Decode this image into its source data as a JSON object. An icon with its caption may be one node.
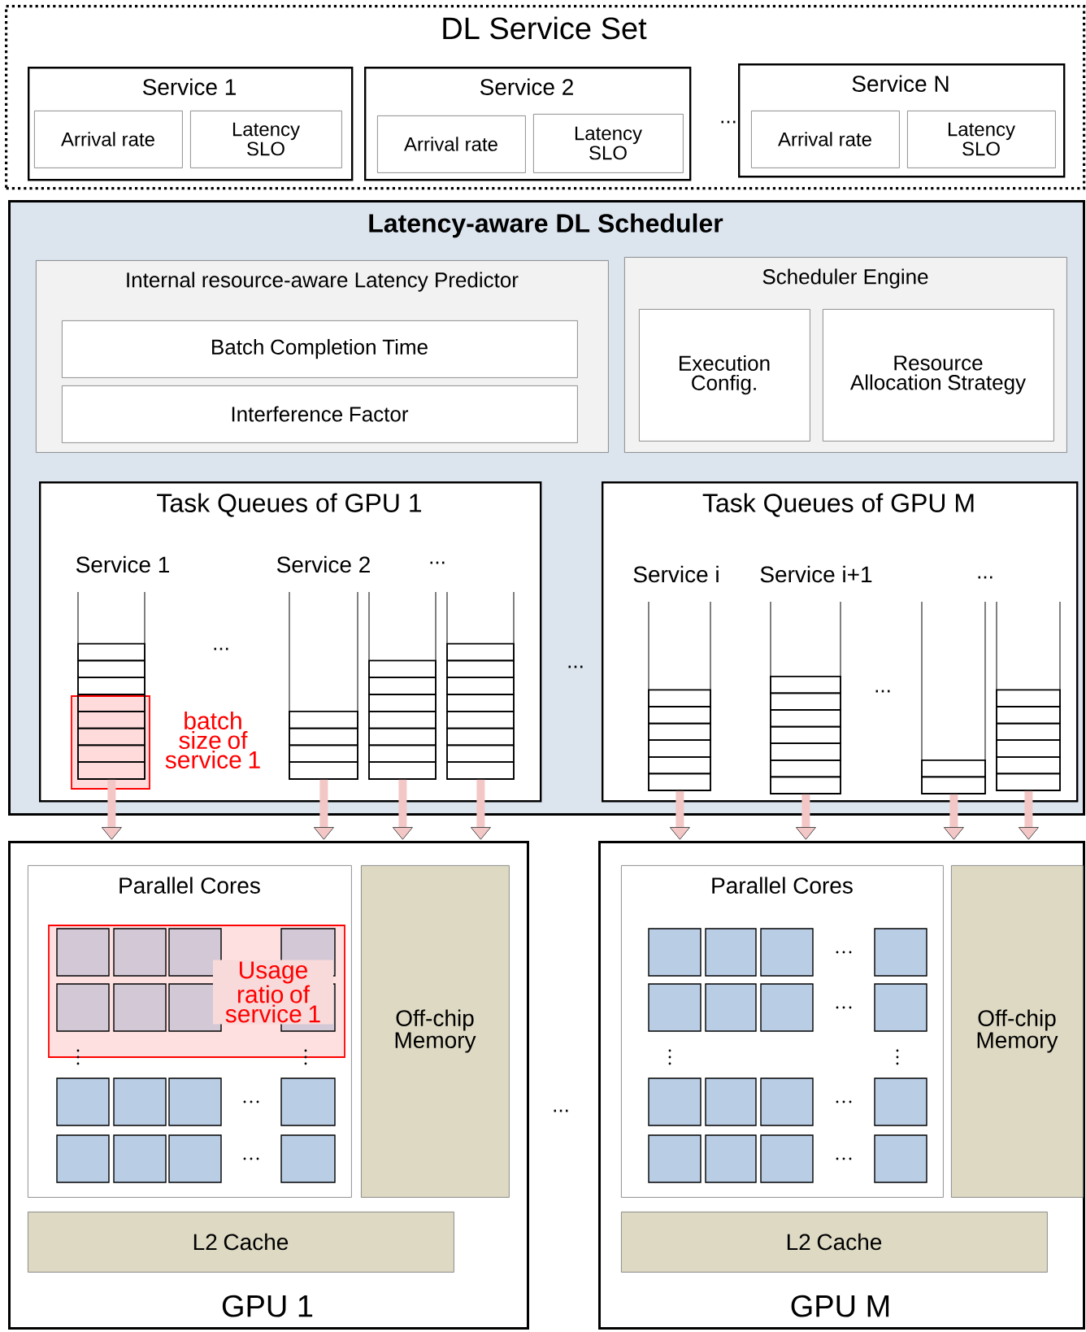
{
  "diagram": {
    "nodes": [
      {
        "text": [
          "DL Service Set"
        ]
      },
      {
        "text": [
          "Service 1"
        ],
        "in": 0
      },
      {
        "text": [
          "Arrival rate"
        ],
        "in": 1
      },
      {
        "text": [
          "Latency SLO"
        ],
        "in": 1
      },
      {
        "text": [
          "Service 2"
        ],
        "in": 0
      },
      {
        "text": [
          "Arrival rate"
        ],
        "in": 4
      },
      {
        "text": [
          "Latency SLO"
        ],
        "in": 4
      },
      {
        "text": [
          "Service N"
        ],
        "in": 0
      },
      {
        "text": [
          "Arrival rate"
        ],
        "in": 7
      },
      {
        "text": [
          "Latency SLO"
        ],
        "in": 7
      },
      {
        "text": [
          "Latency-aware DL Scheduler"
        ]
      },
      {
        "text": [
          "Internal resource-aware Latency Predictor"
        ],
        "in": 10
      },
      {
        "text": [
          "Batch Completion Time"
        ],
        "in": 11
      },
      {
        "text": [
          "Interference Factor"
        ],
        "in": 11
      },
      {
        "text": [
          "Scheduler Engine"
        ],
        "in": 10
      },
      {
        "text": [
          "Execution Config."
        ],
        "in": 14
      },
      {
        "text": [
          "Resource Allocation Strategy"
        ],
        "in": 14
      },
      {
        "text": [
          "Task Queues of GPU 1"
        ],
        "in": 10
      },
      {
        "text": [
          "Task Queues of GPU M"
        ],
        "in": 10
      },
      {
        "text": [],
        "shape": "box",
        "in": 17,
        "beside": [
          "Service 1"
        ]
      },
      {
        "text": [],
        "shape": "box",
        "in": 17,
        "beside": [
          "Service 2"
        ]
      },
      {
        "text": [],
        "shape": "box",
        "in": 17
      },
      {
        "text": [],
        "shape": "box",
        "in": 17
      },
      {
        "text": [],
        "shape": "box",
        "in": 18,
        "beside": [
          "Service i"
        ]
      },
      {
        "text": [],
        "shape": "box",
        "in": 18,
        "beside": [
          "Service i+1"
        ]
      },
      {
        "text": [],
        "shape": "box",
        "in": 18
      },
      {
        "text": [],
        "shape": "box",
        "in": 18
      },
      {
        "text": [
          "GPU 1"
        ]
      },
      {
        "text": [
          "Parallel Cores"
        ],
        "in": 27
      },
      {
        "text": [
          "Off-chip Memory"
        ],
        "in": 27
      },
      {
        "text": [
          "L2 Cache"
        ],
        "in": 27
      },
      {
        "text": [
          "GPU M"
        ]
      },
      {
        "text": [
          "Parallel Cores"
        ],
        "in": 31
      },
      {
        "text": [
          "Off-chip Memory"
        ],
        "in": 31
      },
      {
        "text": [
          "L2 Cache"
        ],
        "in": 31
      }
    ],
    "edges": [
      {
        "from": 19,
        "to": 27,
        "arrow": "to"
      },
      {
        "from": 20,
        "to": 27,
        "arrow": "to"
      },
      {
        "from": 21,
        "to": 27,
        "arrow": "to"
      },
      {
        "from": 22,
        "to": 27,
        "arrow": "to"
      },
      {
        "from": 23,
        "to": 31,
        "arrow": "to"
      },
      {
        "from": 24,
        "to": 31,
        "arrow": "to"
      },
      {
        "from": 25,
        "to": 31,
        "arrow": "to"
      },
      {
        "from": 26,
        "to": 31,
        "arrow": "to"
      }
    ],
    "labels": [
      "...",
      "...",
      "...",
      "batch size of service 1",
      "...",
      "...",
      "...",
      "Usage ratio of service 1",
      "..."
    ]
  }
}
